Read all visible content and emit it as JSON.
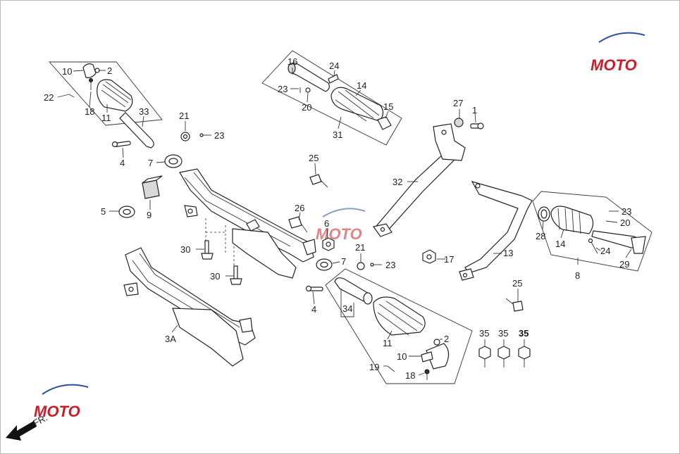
{
  "colors": {
    "line": "#222222",
    "background": "#ffffff",
    "watermark_red": "#c8202a",
    "watermark_blue": "#2a4fa0"
  },
  "watermark": {
    "text": "MOTO"
  },
  "direction": {
    "label": "FR."
  },
  "labels": [
    {
      "id": "p10a",
      "text": "10"
    },
    {
      "id": "p2a",
      "text": "2"
    },
    {
      "id": "p22",
      "text": "22"
    },
    {
      "id": "p18a",
      "text": "18"
    },
    {
      "id": "p11a",
      "text": "11"
    },
    {
      "id": "p33",
      "text": "33"
    },
    {
      "id": "p21a",
      "text": "21"
    },
    {
      "id": "p23a",
      "text": "23"
    },
    {
      "id": "p4a",
      "text": "4"
    },
    {
      "id": "p7a",
      "text": "7"
    },
    {
      "id": "p9",
      "text": "9"
    },
    {
      "id": "p5",
      "text": "5"
    },
    {
      "id": "p30a",
      "text": "30"
    },
    {
      "id": "p30b",
      "text": "30"
    },
    {
      "id": "p3a",
      "text": "3A"
    },
    {
      "id": "p16",
      "text": "16"
    },
    {
      "id": "p24a",
      "text": "24"
    },
    {
      "id": "p14a",
      "text": "14"
    },
    {
      "id": "p23b",
      "text": "23"
    },
    {
      "id": "p20a",
      "text": "20"
    },
    {
      "id": "p15",
      "text": "15"
    },
    {
      "id": "p31",
      "text": "31"
    },
    {
      "id": "p25a",
      "text": "25"
    },
    {
      "id": "p26",
      "text": "26"
    },
    {
      "id": "p6",
      "text": "6"
    },
    {
      "id": "p7b",
      "text": "7"
    },
    {
      "id": "p21b",
      "text": "21"
    },
    {
      "id": "p23c",
      "text": "23"
    },
    {
      "id": "p4b",
      "text": "4"
    },
    {
      "id": "p34",
      "text": "34"
    },
    {
      "id": "p11b",
      "text": "11"
    },
    {
      "id": "p2b",
      "text": "2"
    },
    {
      "id": "p10b",
      "text": "10"
    },
    {
      "id": "p19",
      "text": "19"
    },
    {
      "id": "p18b",
      "text": "18"
    },
    {
      "id": "p27",
      "text": "27"
    },
    {
      "id": "p1",
      "text": "1"
    },
    {
      "id": "p32",
      "text": "32"
    },
    {
      "id": "p17",
      "text": "17"
    },
    {
      "id": "p13",
      "text": "13"
    },
    {
      "id": "p25b",
      "text": "25"
    },
    {
      "id": "p35a",
      "text": "35"
    },
    {
      "id": "p35b",
      "text": "35"
    },
    {
      "id": "p35c",
      "text": "35"
    },
    {
      "id": "p23d",
      "text": "23"
    },
    {
      "id": "p20b",
      "text": "20"
    },
    {
      "id": "p28",
      "text": "28"
    },
    {
      "id": "p14b",
      "text": "14"
    },
    {
      "id": "p24b",
      "text": "24"
    },
    {
      "id": "p29",
      "text": "29"
    },
    {
      "id": "p8",
      "text": "8"
    }
  ]
}
